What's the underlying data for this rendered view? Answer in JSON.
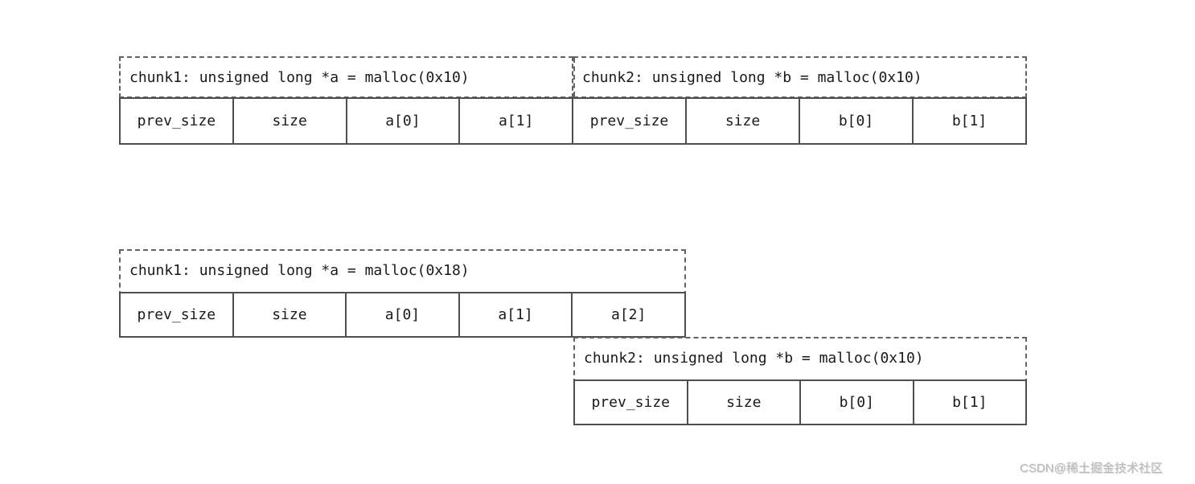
{
  "colors": {
    "background": "#ffffff",
    "solid_border": "#4f4f4f",
    "dashed_border": "#636363",
    "text": "#1a1a1a",
    "watermark": "#b9babc"
  },
  "diagram_top": {
    "description": "two adjacent malloc chunks",
    "chunk1": {
      "label": "chunk1: unsigned long *a = malloc(0x10)",
      "cells": [
        "prev_size",
        "size",
        "a[0]",
        "a[1]"
      ]
    },
    "chunk2": {
      "label": "chunk2: unsigned long *b = malloc(0x10)",
      "cells": [
        "prev_size",
        "size",
        "b[0]",
        "b[1]"
      ]
    }
  },
  "diagram_bottom": {
    "description": "overlapping chunks after malloc(0x18)",
    "chunk1": {
      "label": "chunk1: unsigned long *a = malloc(0x18)",
      "cells": [
        "prev_size",
        "size",
        "a[0]",
        "a[1]",
        "a[2]"
      ]
    },
    "chunk2": {
      "label": "chunk2: unsigned long *b = malloc(0x10)",
      "cells": [
        "prev_size",
        "size",
        "b[0]",
        "b[1]"
      ]
    }
  },
  "watermark": "CSDN@稀土掘金技术社区"
}
